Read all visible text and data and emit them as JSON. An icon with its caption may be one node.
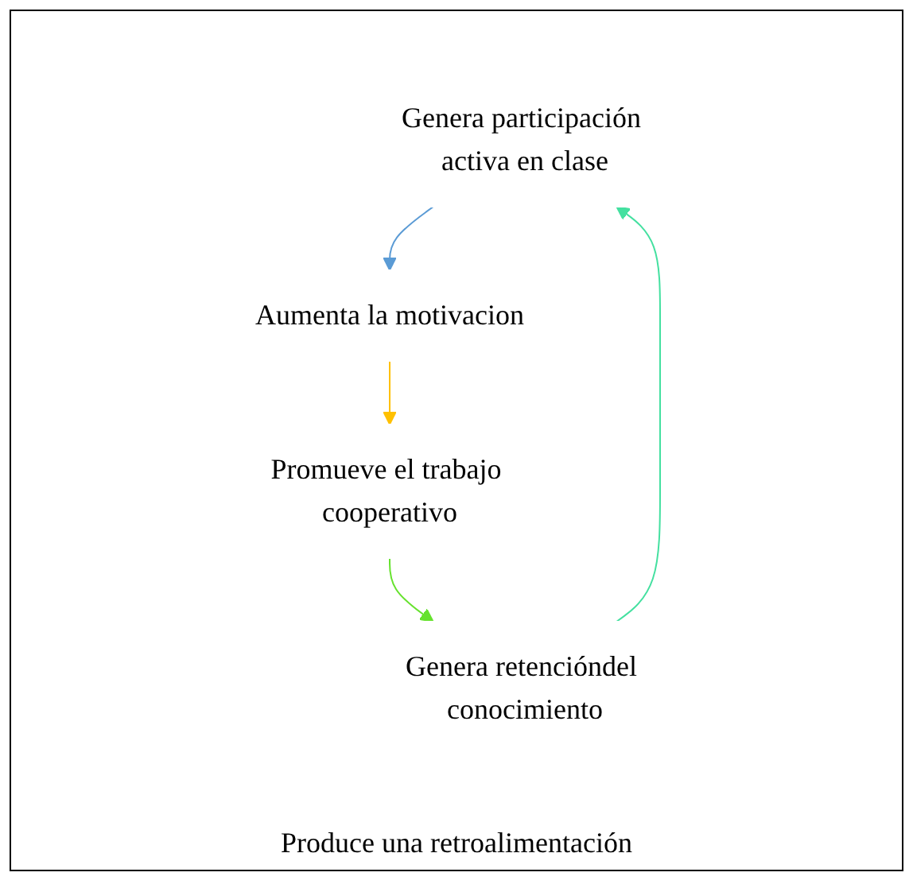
{
  "diagram": {
    "nodes": [
      {
        "text": [
          "Genera participación activa en clase"
        ]
      },
      {
        "text": [
          "Aumenta la motivacion"
        ]
      },
      {
        "text": [
          "Promueve el trabajo cooperativo"
        ]
      },
      {
        "text": [
          "Genera retencióndel conocimiento"
        ]
      }
    ],
    "edges": [
      {
        "from": 0,
        "to": 1,
        "arrow": "to",
        "color": "#5b9bd5"
      },
      {
        "from": 1,
        "to": 2,
        "arrow": "to",
        "color": "#ffc000"
      },
      {
        "from": 2,
        "to": 3,
        "arrow": "to",
        "color": "#66e22e"
      },
      {
        "from": 3,
        "to": 0,
        "arrow": "to",
        "color": "#44e0a0"
      }
    ],
    "labels": [
      "Produce una retroalimentación"
    ]
  }
}
